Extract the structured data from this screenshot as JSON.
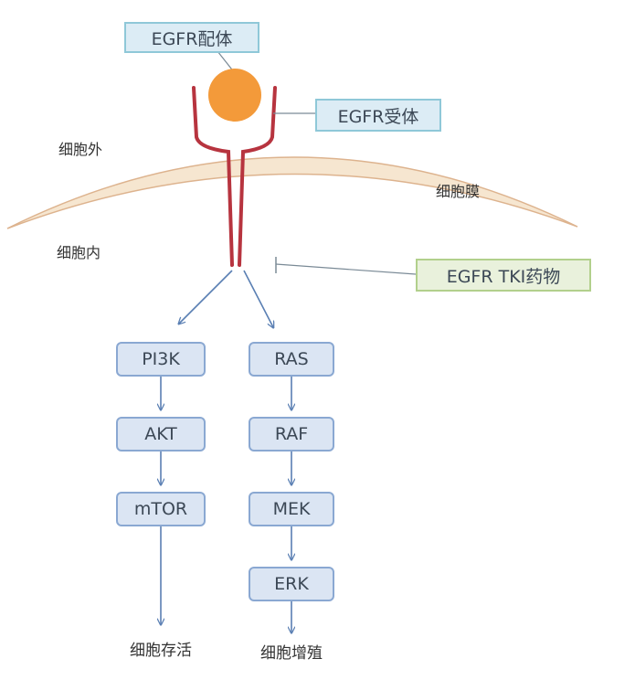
{
  "labels": {
    "ligand": "EGFR配体",
    "receptor": "EGFR受体",
    "outside": "细胞外",
    "membrane": "细胞膜",
    "inside": "细胞内",
    "drug": "EGFR TKI药物"
  },
  "pathways": {
    "left": [
      "PI3K",
      "AKT",
      "mTOR"
    ],
    "right": [
      "RAS",
      "RAF",
      "MEK",
      "ERK"
    ]
  },
  "outcomes": {
    "left": "细胞存活",
    "right": "细胞增殖"
  },
  "colors": {
    "ligand": "#f39a3a",
    "receptor": "#b7343f",
    "membrane_fill": "#f6e6d0",
    "membrane_stroke": "#ddb38e",
    "arrow": "#5a7fb3",
    "node_fill": "#dbe5f3",
    "node_border": "#8aa8d2",
    "tag_fill": "#dcecf5",
    "tag_border": "#8fc8d8",
    "drug_fill": "#e9f1dc",
    "drug_border": "#b2d08c"
  }
}
